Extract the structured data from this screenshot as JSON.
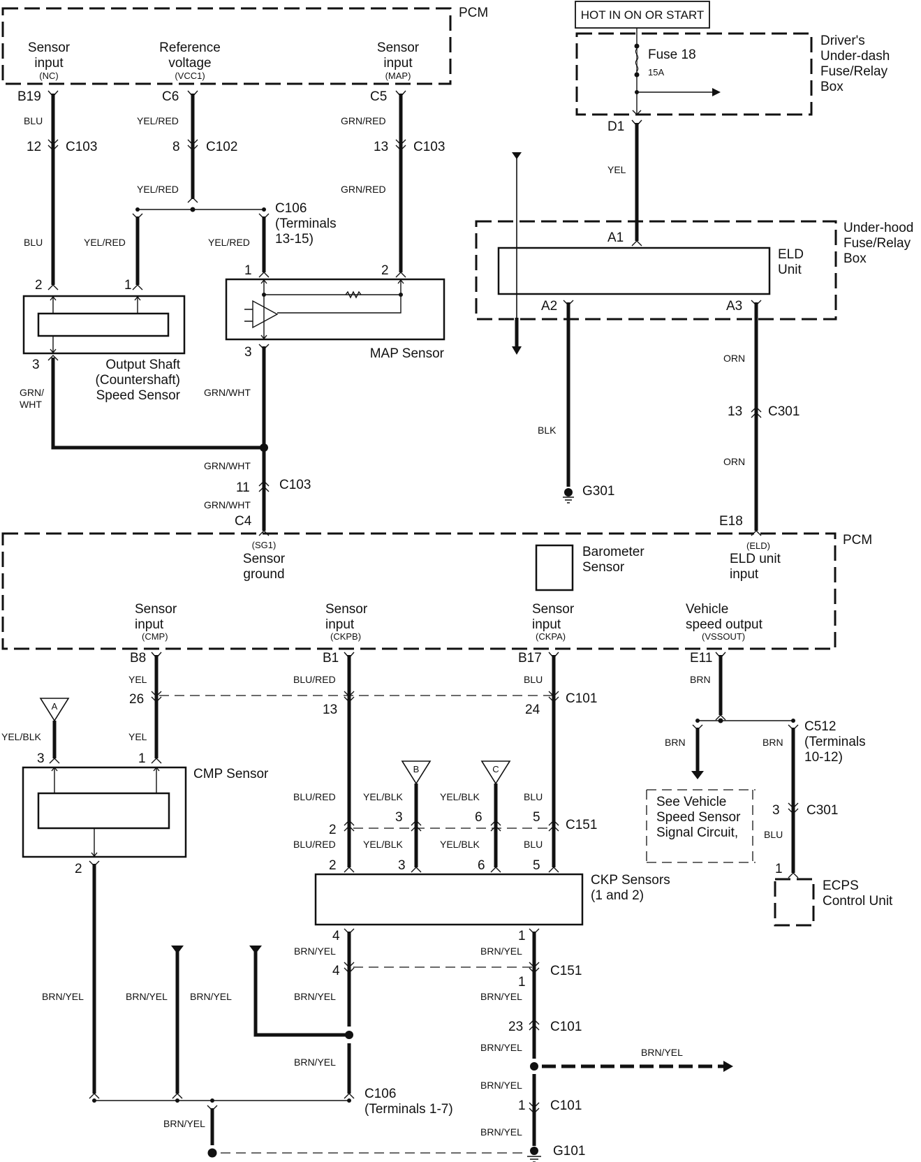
{
  "title": "Honda/Acura PCM Sensor Input Wiring Diagram",
  "pcm_top": {
    "label": "PCM",
    "pins": [
      {
        "name": "Sensor input",
        "line2": "input",
        "code": "(NC)",
        "pin": "B19",
        "wire": "BLU",
        "conn_pin": "12",
        "conn": "C103"
      },
      {
        "name": "Reference",
        "line2": "voltage",
        "code": "(VCC1)",
        "pin": "C6",
        "wire": "YEL/RED",
        "conn_pin": "8",
        "conn": "C102"
      },
      {
        "name": "Sensor",
        "line2": "input",
        "code": "(MAP)",
        "pin": "C5",
        "wire": "GRN/RED",
        "conn_pin": "13",
        "conn": "C103"
      }
    ]
  },
  "power": {
    "hot_label": "HOT IN ON OR START",
    "fuse_name": "Fuse 18",
    "fuse_rating": "15A",
    "box_label": [
      "Driver's",
      "Under-dash",
      "Fuse/Relay",
      "Box"
    ],
    "pin": "D1",
    "wire": "YEL"
  },
  "upper_left": {
    "wire_blu": "BLU",
    "wire_yelred_top": "YEL/RED",
    "wire_grnred_top": "GRN/RED",
    "c106_label": [
      "C106",
      "(Terminals",
      "13-15)"
    ],
    "wire_yelred_left": "YEL/RED",
    "wire_yelred_right": "YEL/RED",
    "grn_red_2": "GRN/RED"
  },
  "output_shaft_sensor": {
    "label": [
      "Output Shaft",
      "(Countershaft)",
      "Speed Sensor"
    ],
    "pin_top_left": "2",
    "pin_top_right": "1",
    "pin_bottom": "3",
    "wire_bottom": [
      "GRN/",
      "WHT"
    ]
  },
  "map_sensor": {
    "label": "MAP Sensor",
    "pin_1": "1",
    "pin_2": "2",
    "pin_3": "3",
    "wire_bottom": "GRN/WHT"
  },
  "sensor_ground": {
    "wire_upper": "GRN/WHT",
    "conn_pin": "11",
    "conn": "C103",
    "wire_lower": "GRN/WHT",
    "pcm_pin": "C4"
  },
  "eld": {
    "box_label": [
      "Under-hood",
      "Fuse/Relay",
      "Box"
    ],
    "unit_label": [
      "ELD",
      "Unit"
    ],
    "pin_a1": "A1",
    "pin_a2": "A2",
    "pin_a3": "A3",
    "wire_a2": "BLK",
    "ground": "G301",
    "wire_a3_upper": "ORN",
    "conn_pin": "13",
    "conn": "C301",
    "wire_a3_lower": "ORN",
    "pcm_pin": "E18"
  },
  "pcm_bottom": {
    "label": "PCM",
    "sg1_code": "(SG1)",
    "sg1_name": [
      "Sensor",
      "ground"
    ],
    "barometer": [
      "Barometer",
      "Sensor"
    ],
    "eld_code": "(ELD)",
    "eld_name": [
      "ELD unit",
      "input"
    ],
    "pins": [
      {
        "l1": "Sensor",
        "l2": "input",
        "code": "(CMP)",
        "pin": "B8",
        "wire": "YEL"
      },
      {
        "l1": "Sensor",
        "l2": "input",
        "code": "(CKPB)",
        "pin": "B1",
        "wire": "BLU/RED"
      },
      {
        "l1": "Sensor",
        "l2": "input",
        "code": "(CKPA)",
        "pin": "B17",
        "wire": "BLU"
      },
      {
        "l1": "Vehicle",
        "l2": "speed output",
        "code": "(VSSOUT)",
        "pin": "E11",
        "wire": "BRN"
      }
    ]
  },
  "c101_row": {
    "conn": "C101",
    "pin_cmp": "26",
    "pin_ckpb": "13",
    "pin_ckpa": "24"
  },
  "cmp_sensor": {
    "label": "CMP Sensor",
    "ref_a": "A",
    "wire_a": "YEL/BLK",
    "wire_1": "YEL",
    "pin_3": "3",
    "pin_1": "1",
    "pin_2": "2",
    "wire_bottom": "BRN/YEL"
  },
  "ckp_sensor": {
    "label": [
      "CKP Sensors",
      "(1 and 2)"
    ],
    "ref_b": "B",
    "ref_c": "C",
    "c151": "C151",
    "upper_wires": [
      "BLU/RED",
      "YEL/BLK",
      "YEL/BLK",
      "BLU"
    ],
    "upper_pins": [
      "2",
      "3",
      "6",
      "5"
    ],
    "lower_wires": [
      "BLU/RED",
      "YEL/BLK",
      "YEL/BLK",
      "BLU"
    ],
    "lower_pins": [
      "2",
      "3",
      "6",
      "5"
    ],
    "pin_4": "4",
    "pin_1": "1"
  },
  "vss": {
    "wire_left": "BRN",
    "wire_right": "BRN",
    "c512": [
      "C512",
      "(Terminals",
      "10-12)"
    ],
    "note": [
      "See Vehicle",
      "Speed Sensor",
      "Signal Circuit,"
    ],
    "conn_pin": "3",
    "conn": "C301",
    "wire_blu": "BLU",
    "ecps_pin": "1",
    "ecps_label": [
      "ECPS",
      "Control Unit"
    ]
  },
  "ground_bottom": {
    "wire_labels": [
      "BRN/YEL",
      "BRN/YEL",
      "BRN/YEL",
      "BRN/YEL",
      "BRN/YEL",
      "BRN/YEL"
    ],
    "c151_pin_4": "4",
    "c151_pin_1": "1",
    "c151": "C151",
    "c101_23": "23",
    "c101": "C101",
    "c101_1": "1",
    "c106": [
      "C106",
      "(Terminals 1-7)"
    ],
    "arrow_label": "BRN/YEL",
    "ground": "G101"
  }
}
